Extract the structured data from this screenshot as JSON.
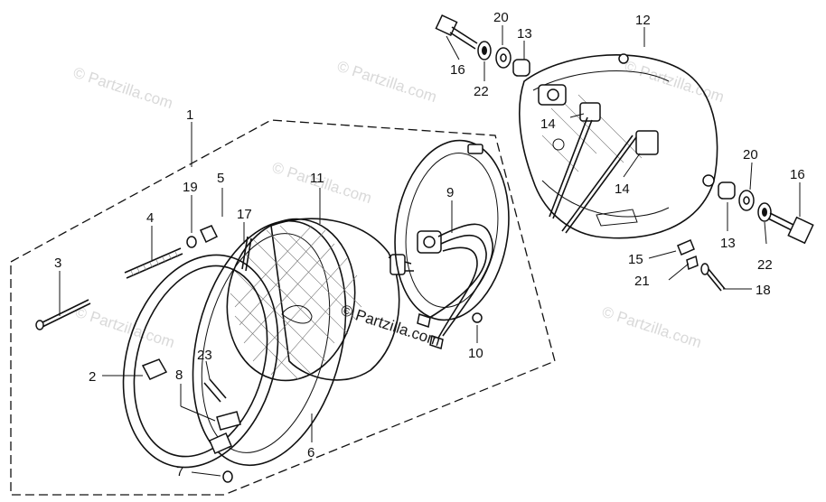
{
  "diagram": {
    "watermarks": [
      {
        "text": "© Partzilla.com"
      },
      {
        "text": "© Partzilla.com"
      },
      {
        "text": "© Partzilla.com"
      },
      {
        "text": "© Partzilla.com"
      },
      {
        "text": "© Partzilla.com"
      },
      {
        "text": "© Partzilla.com"
      }
    ],
    "center_watermark": "© Partzilla.com",
    "callouts": [
      {
        "id": "1",
        "text": "1"
      },
      {
        "id": "2",
        "text": "2"
      },
      {
        "id": "3",
        "text": "3"
      },
      {
        "id": "4",
        "text": "4"
      },
      {
        "id": "5",
        "text": "5"
      },
      {
        "id": "6",
        "text": "6"
      },
      {
        "id": "7",
        "text": "7"
      },
      {
        "id": "8",
        "text": "8"
      },
      {
        "id": "9",
        "text": "9"
      },
      {
        "id": "10",
        "text": "10"
      },
      {
        "id": "11",
        "text": "11"
      },
      {
        "id": "12",
        "text": "12"
      },
      {
        "id": "13a",
        "text": "13"
      },
      {
        "id": "13b",
        "text": "13"
      },
      {
        "id": "14a",
        "text": "14"
      },
      {
        "id": "14b",
        "text": "14"
      },
      {
        "id": "15",
        "text": "15"
      },
      {
        "id": "16a",
        "text": "16"
      },
      {
        "id": "16b",
        "text": "16"
      },
      {
        "id": "17",
        "text": "17"
      },
      {
        "id": "18",
        "text": "18"
      },
      {
        "id": "19",
        "text": "19"
      },
      {
        "id": "20a",
        "text": "20"
      },
      {
        "id": "20b",
        "text": "20"
      },
      {
        "id": "21",
        "text": "21"
      },
      {
        "id": "22a",
        "text": "22"
      },
      {
        "id": "22b",
        "text": "22"
      },
      {
        "id": "23",
        "text": "23"
      }
    ]
  }
}
